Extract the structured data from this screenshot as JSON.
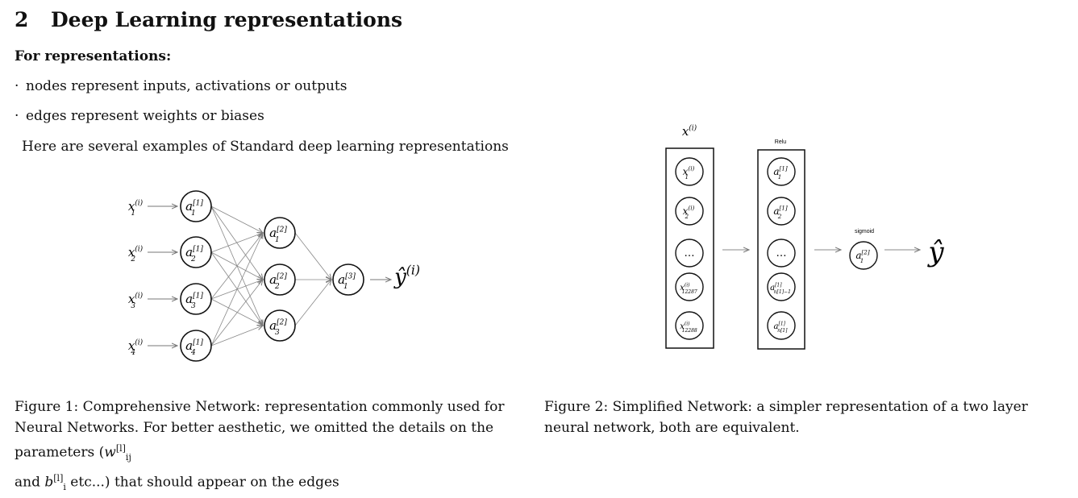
{
  "section": {
    "number": "2",
    "title": "Deep Learning representations"
  },
  "for_representations": "For representations:",
  "bullets": [
    "nodes represent inputs, activations or outputs",
    "edges represent weights or biases"
  ],
  "intro": "Here are several examples of Standard deep learning representations",
  "figure1": {
    "inputs": [
      {
        "base": "x",
        "sub": "1",
        "sup": "(i)"
      },
      {
        "base": "x",
        "sub": "2",
        "sup": "(i)"
      },
      {
        "base": "x",
        "sub": "3",
        "sup": "(i)"
      },
      {
        "base": "x",
        "sub": "4",
        "sup": "(i)"
      }
    ],
    "layer1": [
      {
        "base": "a",
        "sub": "1",
        "sup": "[1]"
      },
      {
        "base": "a",
        "sub": "2",
        "sup": "[1]"
      },
      {
        "base": "a",
        "sub": "3",
        "sup": "[1]"
      },
      {
        "base": "a",
        "sub": "4",
        "sup": "[1]"
      }
    ],
    "layer2": [
      {
        "base": "a",
        "sub": "1",
        "sup": "[2]"
      },
      {
        "base": "a",
        "sub": "2",
        "sup": "[2]"
      },
      {
        "base": "a",
        "sub": "3",
        "sup": "[2]"
      }
    ],
    "layer3": [
      {
        "base": "a",
        "sub": "1",
        "sup": "[3]"
      }
    ],
    "output": {
      "base": "ŷ",
      "sup": "(i)"
    },
    "caption": {
      "p1": "Figure 1: Comprehensive Network: representation commonly used for Neural Networks. For better aesthetic, we omitted the details on the parameters (",
      "w": "w",
      "w_sub": "ij",
      "w_sup": "[l]",
      "and": "and ",
      "b": "b",
      "b_sub": "i",
      "b_sup": "[l]",
      "p2": " etc...) that should appear on the edges"
    }
  },
  "figure2": {
    "input_title": {
      "base": "x",
      "sup": "(i)"
    },
    "relu_label": "Relu",
    "sigmoid_label": "sigmoid",
    "inputs": [
      {
        "base": "x",
        "sub": "1",
        "sup": "(i)"
      },
      {
        "base": "x",
        "sub": "2",
        "sup": "(i)"
      },
      {
        "base": "…",
        "sub": "",
        "sup": ""
      },
      {
        "base": "x",
        "sub": "12287",
        "sup": "(i)"
      },
      {
        "base": "x",
        "sub": "12288",
        "sup": "(i)"
      }
    ],
    "hidden": [
      {
        "base": "a",
        "sub": "1",
        "sup": "[1]"
      },
      {
        "base": "a",
        "sub": "2",
        "sup": "[1]"
      },
      {
        "base": "…",
        "sub": "",
        "sup": ""
      },
      {
        "base": "a",
        "sub": "n[1]−1",
        "sup": "[1]"
      },
      {
        "base": "a",
        "sub": "n[1]",
        "sup": "[1]"
      }
    ],
    "out_node": {
      "base": "a",
      "sub": "1",
      "sup": "[2]"
    },
    "output": "ŷ",
    "caption": "Figure 2: Simplified Network: a simpler representation of a two layer neural network, both are equivalent."
  }
}
